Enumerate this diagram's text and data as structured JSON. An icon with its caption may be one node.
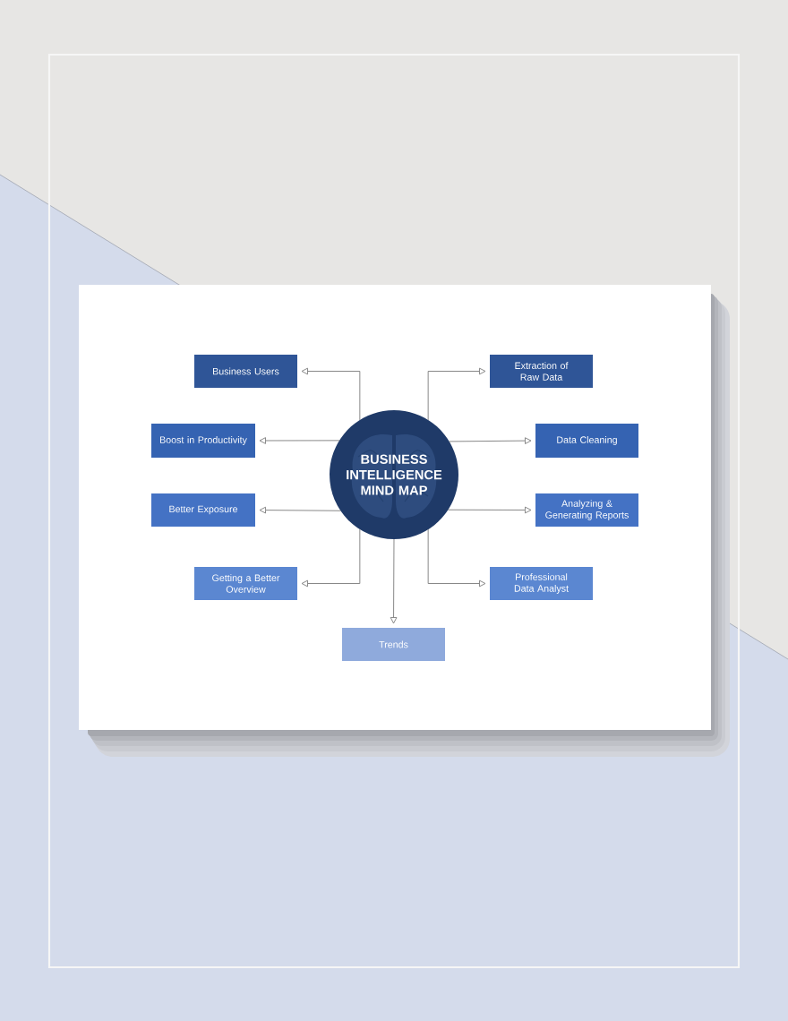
{
  "diagram": {
    "nodes": [
      {
        "text": [
          "BUSINESS INTELLIGENCE MIND MAP"
        ]
      },
      {
        "text": [
          "Business Users"
        ]
      },
      {
        "text": [
          "Extraction of Raw Data"
        ]
      },
      {
        "text": [
          "Boost in Productivity"
        ]
      },
      {
        "text": [
          "Data Cleaning"
        ]
      },
      {
        "text": [
          "Better Exposure"
        ]
      },
      {
        "text": [
          "Analyzing & Generating Reports"
        ]
      },
      {
        "text": [
          "Getting a Better Overview"
        ]
      },
      {
        "text": [
          "Professional Data Analyst"
        ]
      },
      {
        "text": [
          "Trends"
        ]
      }
    ],
    "edges": [
      {
        "from": 0,
        "to": 1,
        "arrow": "to"
      },
      {
        "from": 0,
        "to": 2,
        "arrow": "to"
      },
      {
        "from": 0,
        "to": 3,
        "arrow": "to"
      },
      {
        "from": 0,
        "to": 4,
        "arrow": "to"
      },
      {
        "from": 0,
        "to": 5,
        "arrow": "to"
      },
      {
        "from": 0,
        "to": 6,
        "arrow": "to"
      },
      {
        "from": 0,
        "to": 7,
        "arrow": "to"
      },
      {
        "from": 0,
        "to": 8,
        "arrow": "to"
      },
      {
        "from": 0,
        "to": 9,
        "arrow": "to"
      }
    ]
  }
}
